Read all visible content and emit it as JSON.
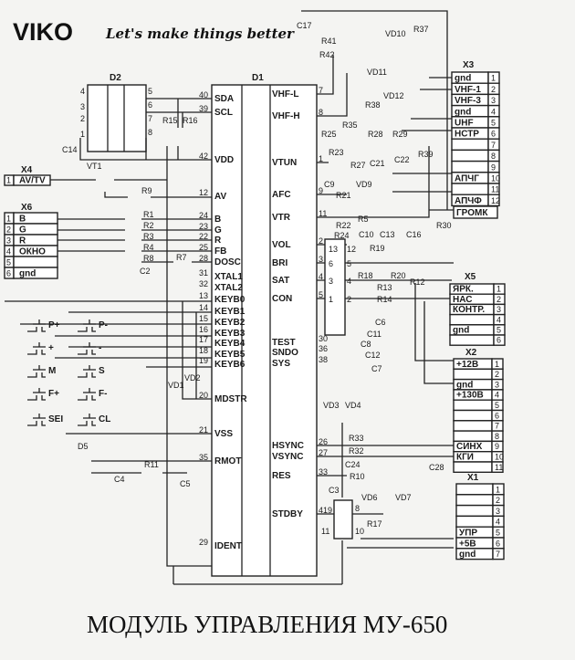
{
  "header": {
    "logo": "VIKO",
    "slogan": "Let's make things better"
  },
  "title": "МОДУЛЬ УПРАВЛЕНИЯ МУ-650",
  "d1": {
    "name": "D1",
    "left_pins": [
      {
        "num": "40",
        "label": "SDA"
      },
      {
        "num": "39",
        "label": "SCL"
      },
      {
        "num": "42",
        "label": "VDD"
      },
      {
        "num": "12",
        "label": "AV"
      },
      {
        "num": "24",
        "label": "B"
      },
      {
        "num": "23",
        "label": "G"
      },
      {
        "num": "22",
        "label": "R"
      },
      {
        "num": "25",
        "label": "FB"
      },
      {
        "num": "28",
        "label": "DOSC"
      },
      {
        "num": "31",
        "label": "XTAL1"
      },
      {
        "num": "32",
        "label": "XTAL2"
      },
      {
        "num": "13",
        "label": "KEYB0"
      },
      {
        "num": "14",
        "label": "KEYB1"
      },
      {
        "num": "15",
        "label": "KEYB2"
      },
      {
        "num": "16",
        "label": "KEYB3"
      },
      {
        "num": "17",
        "label": "KEYB4"
      },
      {
        "num": "18",
        "label": "KEYB5"
      },
      {
        "num": "19",
        "label": "KEYB6"
      },
      {
        "num": "20",
        "label": "MDSTR"
      },
      {
        "num": "21",
        "label": "VSS"
      },
      {
        "num": "35",
        "label": "RMOT"
      },
      {
        "num": "29",
        "label": "IDENT"
      }
    ],
    "right_pins": [
      {
        "num": "7",
        "label": "VHF-L"
      },
      {
        "num": "8",
        "label": "VHF-H"
      },
      {
        "num": "1",
        "label": "VTUN"
      },
      {
        "num": "9",
        "label": "AFC"
      },
      {
        "num": "11",
        "label": "VTR"
      },
      {
        "num": "2",
        "label": "VOL"
      },
      {
        "num": "3",
        "label": "BRI"
      },
      {
        "num": "4",
        "label": "SAT"
      },
      {
        "num": "5",
        "label": "CON"
      },
      {
        "num": "30",
        "label": "TEST"
      },
      {
        "num": "36",
        "label": "SNDO"
      },
      {
        "num": "38",
        "label": "SYS"
      },
      {
        "num": "26",
        "label": "HSYNC"
      },
      {
        "num": "27",
        "label": "VSYNC"
      },
      {
        "num": "33",
        "label": "RES"
      },
      {
        "num": "419",
        "label": "STDBY"
      }
    ]
  },
  "d2": {
    "name": "D2",
    "pins": [
      "4",
      "3",
      "2",
      "1",
      "5",
      "6",
      "7",
      "8"
    ]
  },
  "connectors": {
    "x4": {
      "name": "X4",
      "rows": [
        {
          "num": "1",
          "label": "AV/TV"
        }
      ]
    },
    "x6": {
      "name": "X6",
      "rows": [
        {
          "num": "1",
          "label": "B"
        },
        {
          "num": "2",
          "label": "G"
        },
        {
          "num": "3",
          "label": "R"
        },
        {
          "num": "4",
          "label": "ОКНО"
        },
        {
          "num": "5",
          "label": ""
        },
        {
          "num": "6",
          "label": "gnd"
        }
      ]
    },
    "x3": {
      "name": "X3",
      "rows": [
        {
          "num": "1",
          "label": "gnd"
        },
        {
          "num": "2",
          "label": "VHF-1"
        },
        {
          "num": "3",
          "label": "VHF-3"
        },
        {
          "num": "4",
          "label": "gnd"
        },
        {
          "num": "5",
          "label": "UHF"
        },
        {
          "num": "6",
          "label": "НСТР"
        },
        {
          "num": "7",
          "label": ""
        },
        {
          "num": "8",
          "label": ""
        },
        {
          "num": "9",
          "label": ""
        },
        {
          "num": "10",
          "label": "АПЧГ"
        },
        {
          "num": "11",
          "label": ""
        },
        {
          "num": "12",
          "label": "АПЧФ"
        }
      ]
    },
    "gromk": "ГРОМК",
    "x5": {
      "name": "X5",
      "rows": [
        {
          "num": "1",
          "label": "ЯРК."
        },
        {
          "num": "2",
          "label": "НАС"
        },
        {
          "num": "3",
          "label": "КОНТР."
        },
        {
          "num": "4",
          "label": ""
        },
        {
          "num": "5",
          "label": "gnd"
        },
        {
          "num": "6",
          "label": ""
        }
      ]
    },
    "x2": {
      "name": "X2",
      "rows": [
        {
          "num": "1",
          "label": "+12В"
        },
        {
          "num": "2",
          "label": ""
        },
        {
          "num": "3",
          "label": "gnd"
        },
        {
          "num": "4",
          "label": "+130В"
        },
        {
          "num": "5",
          "label": ""
        },
        {
          "num": "6",
          "label": ""
        },
        {
          "num": "7",
          "label": ""
        },
        {
          "num": "8",
          "label": ""
        },
        {
          "num": "9",
          "label": "СИНХ"
        },
        {
          "num": "10",
          "label": "КГИ"
        },
        {
          "num": "11",
          "label": ""
        }
      ]
    },
    "x1": {
      "name": "X1",
      "rows": [
        {
          "num": "1",
          "label": ""
        },
        {
          "num": "2",
          "label": ""
        },
        {
          "num": "3",
          "label": ""
        },
        {
          "num": "4",
          "label": ""
        },
        {
          "num": "5",
          "label": "УПР"
        },
        {
          "num": "6",
          "label": "+5В"
        },
        {
          "num": "7",
          "label": "gnd"
        }
      ]
    }
  },
  "keys": [
    "P+",
    "P-",
    "+",
    "-",
    "M",
    "S",
    "F+",
    "F-",
    "SEI",
    "CL"
  ],
  "components": [
    "C14",
    "R15",
    "R16",
    "VT1",
    "R9",
    "R1",
    "R2",
    "R3",
    "R4",
    "R8",
    "R7",
    "C2",
    "C17",
    "R41",
    "R42",
    "R37",
    "VD10",
    "VD11",
    "VD12",
    "R38",
    "R35",
    "R25",
    "R28",
    "R29",
    "R23",
    "R27",
    "C21",
    "C22",
    "R39",
    "C9",
    "VD9",
    "R21",
    "R22",
    "R24",
    "R5",
    "C10",
    "C13",
    "R19",
    "C16",
    "R30",
    "R18",
    "R20",
    "R12",
    "R13",
    "R14",
    "C6",
    "C11",
    "C8",
    "C12",
    "C7",
    "VD3",
    "VD4",
    "R33",
    "R32",
    "C24",
    "C28",
    "R10",
    "C3",
    "VD6",
    "VD7",
    "R17",
    "D5",
    "R11",
    "C4",
    "C5",
    "VD1",
    "VD2"
  ],
  "mini_ic": {
    "pins": [
      "13",
      "12",
      "6",
      "5",
      "3",
      "4",
      "1",
      "2",
      "8",
      "11",
      "10"
    ]
  }
}
